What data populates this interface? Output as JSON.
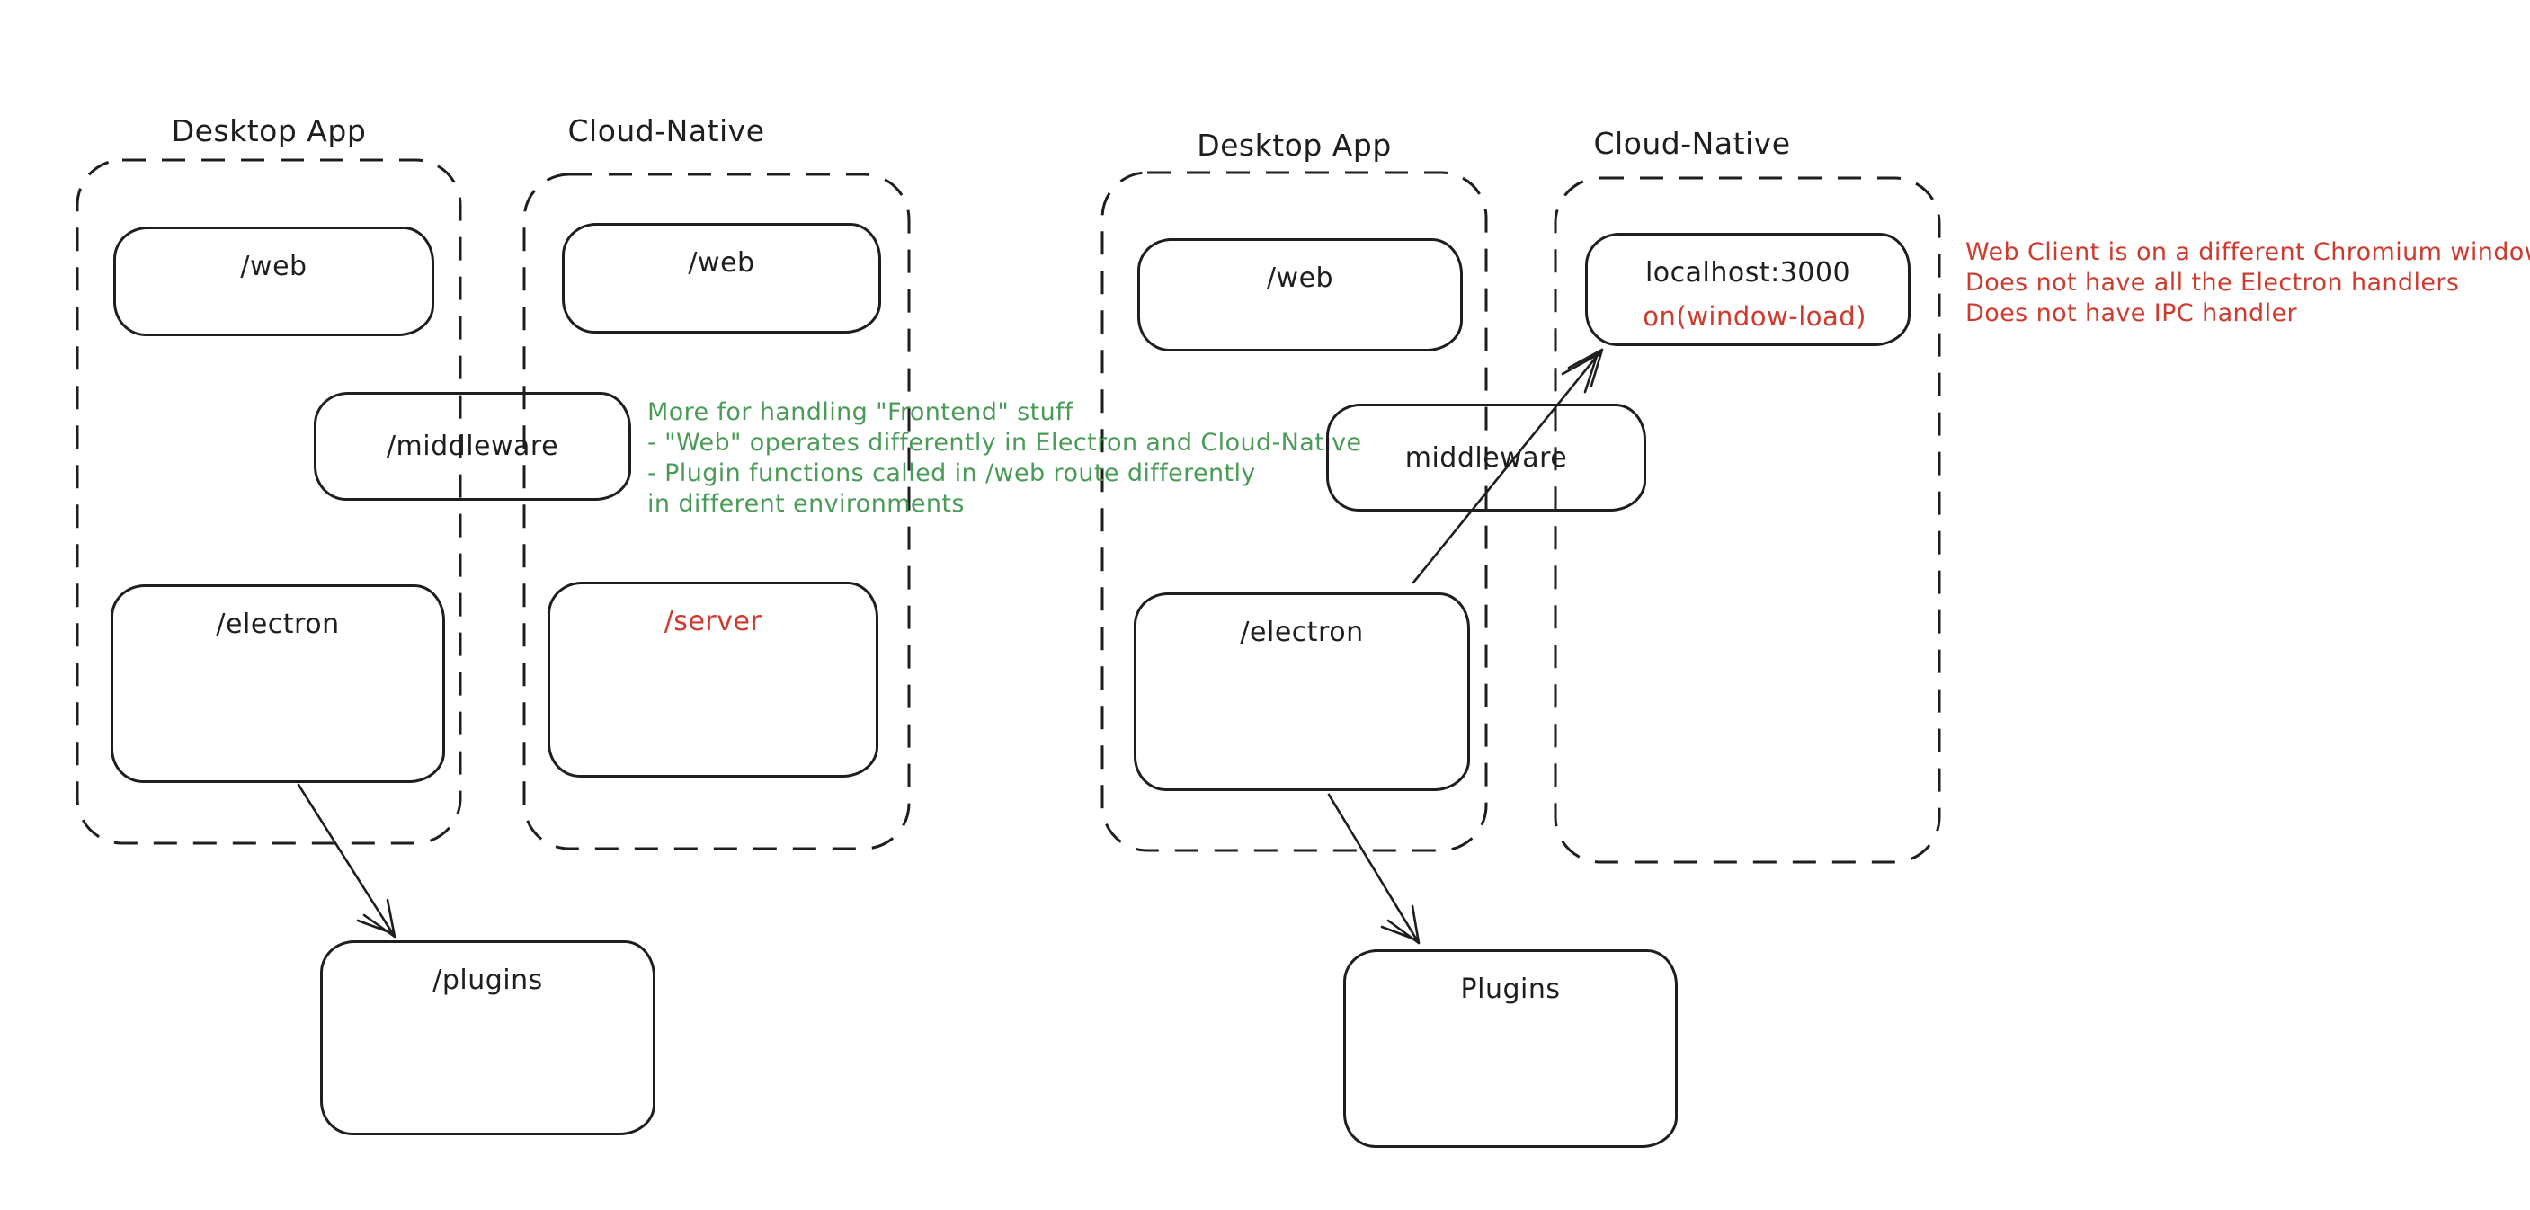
{
  "diagram_left": {
    "desktop_label": "Desktop App",
    "cloud_label": "Cloud-Native",
    "boxes": {
      "web_desktop": "/web",
      "web_cloud": "/web",
      "middleware": "/middleware",
      "electron": "/electron",
      "server": "/server",
      "plugins": "/plugins"
    }
  },
  "diagram_right": {
    "desktop_label": "Desktop App",
    "cloud_label": "Cloud-Native",
    "boxes": {
      "web_desktop": "/web",
      "localhost": "localhost:3000",
      "on_window_load": "on(window-load)",
      "middleware": "middleware",
      "electron": "/electron",
      "plugins": "Plugins"
    }
  },
  "notes": {
    "green": {
      "lines": [
        "More for handling \"Frontend\" stuff",
        "- \"Web\" operates differently in Electron and Cloud-Native",
        "- Plugin functions called in /web route differently",
        "in different environments"
      ]
    },
    "red": {
      "lines": [
        "Web Client is on a different Chromium window",
        "Does not have all the Electron handlers",
        "Does not have IPC handler"
      ]
    }
  },
  "colors": {
    "stroke": "#1e1e1e",
    "accent_green": "#4a9b57",
    "accent_red": "#cf3a2e",
    "background": "#ffffff"
  }
}
